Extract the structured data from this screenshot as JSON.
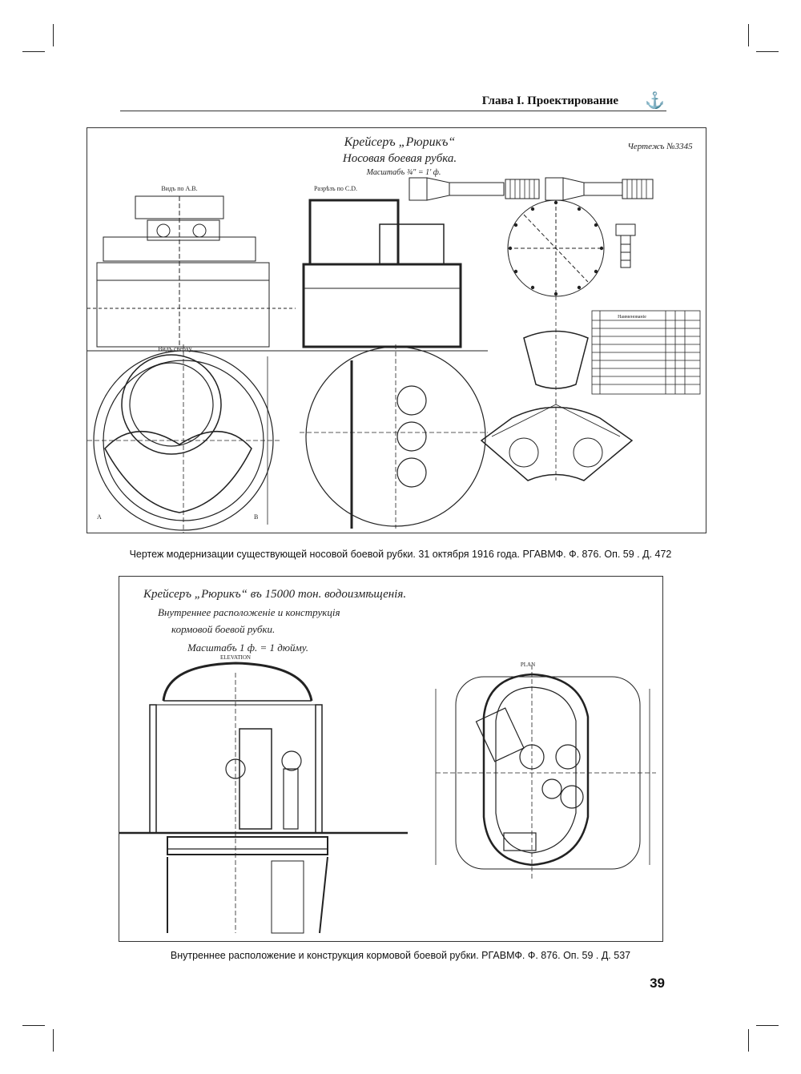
{
  "header": {
    "chapter_title": "Глава I. Проектирование",
    "anchor_icon": "anchor-icon"
  },
  "figure1": {
    "title_line1": "Крейсеръ „Рюрикъ“",
    "title_line2": "Носовая боевая рубка.",
    "scale": "Масштабъ ¾\" = 1' ф.",
    "drawing_no": "Чертежъ №3345",
    "view_ab": "Видъ по А.В.",
    "section_cd": "Разрѣзъ по С.D.",
    "view_top": "Видъ сверху.",
    "marker_a": "А",
    "marker_b": "В",
    "table_header": "Наименованiе"
  },
  "caption1": "Чертеж модернизации существующей носовой боевой рубки. 31 октября 1916 года. РГАВМФ. Ф. 876. Оп. 59 . Д. 472",
  "figure2": {
    "title_line1": "Крейсеръ „Рюрикъ“ въ 15000 тон. водоизмѣщенiя.",
    "title_line2": "Внутреннее расположенiе и конструкцiя",
    "title_line3": "кормовой боевой рубки.",
    "scale": "Масштабъ 1 ф. = 1 дюйму.",
    "elevation_label": "ELEVATION",
    "plan_label": "PLAN"
  },
  "caption2": "Внутреннее расположение и конструкция кормовой боевой рубки. РГАВМФ. Ф. 876. Оп. 59 . Д. 537",
  "page_number": "39"
}
